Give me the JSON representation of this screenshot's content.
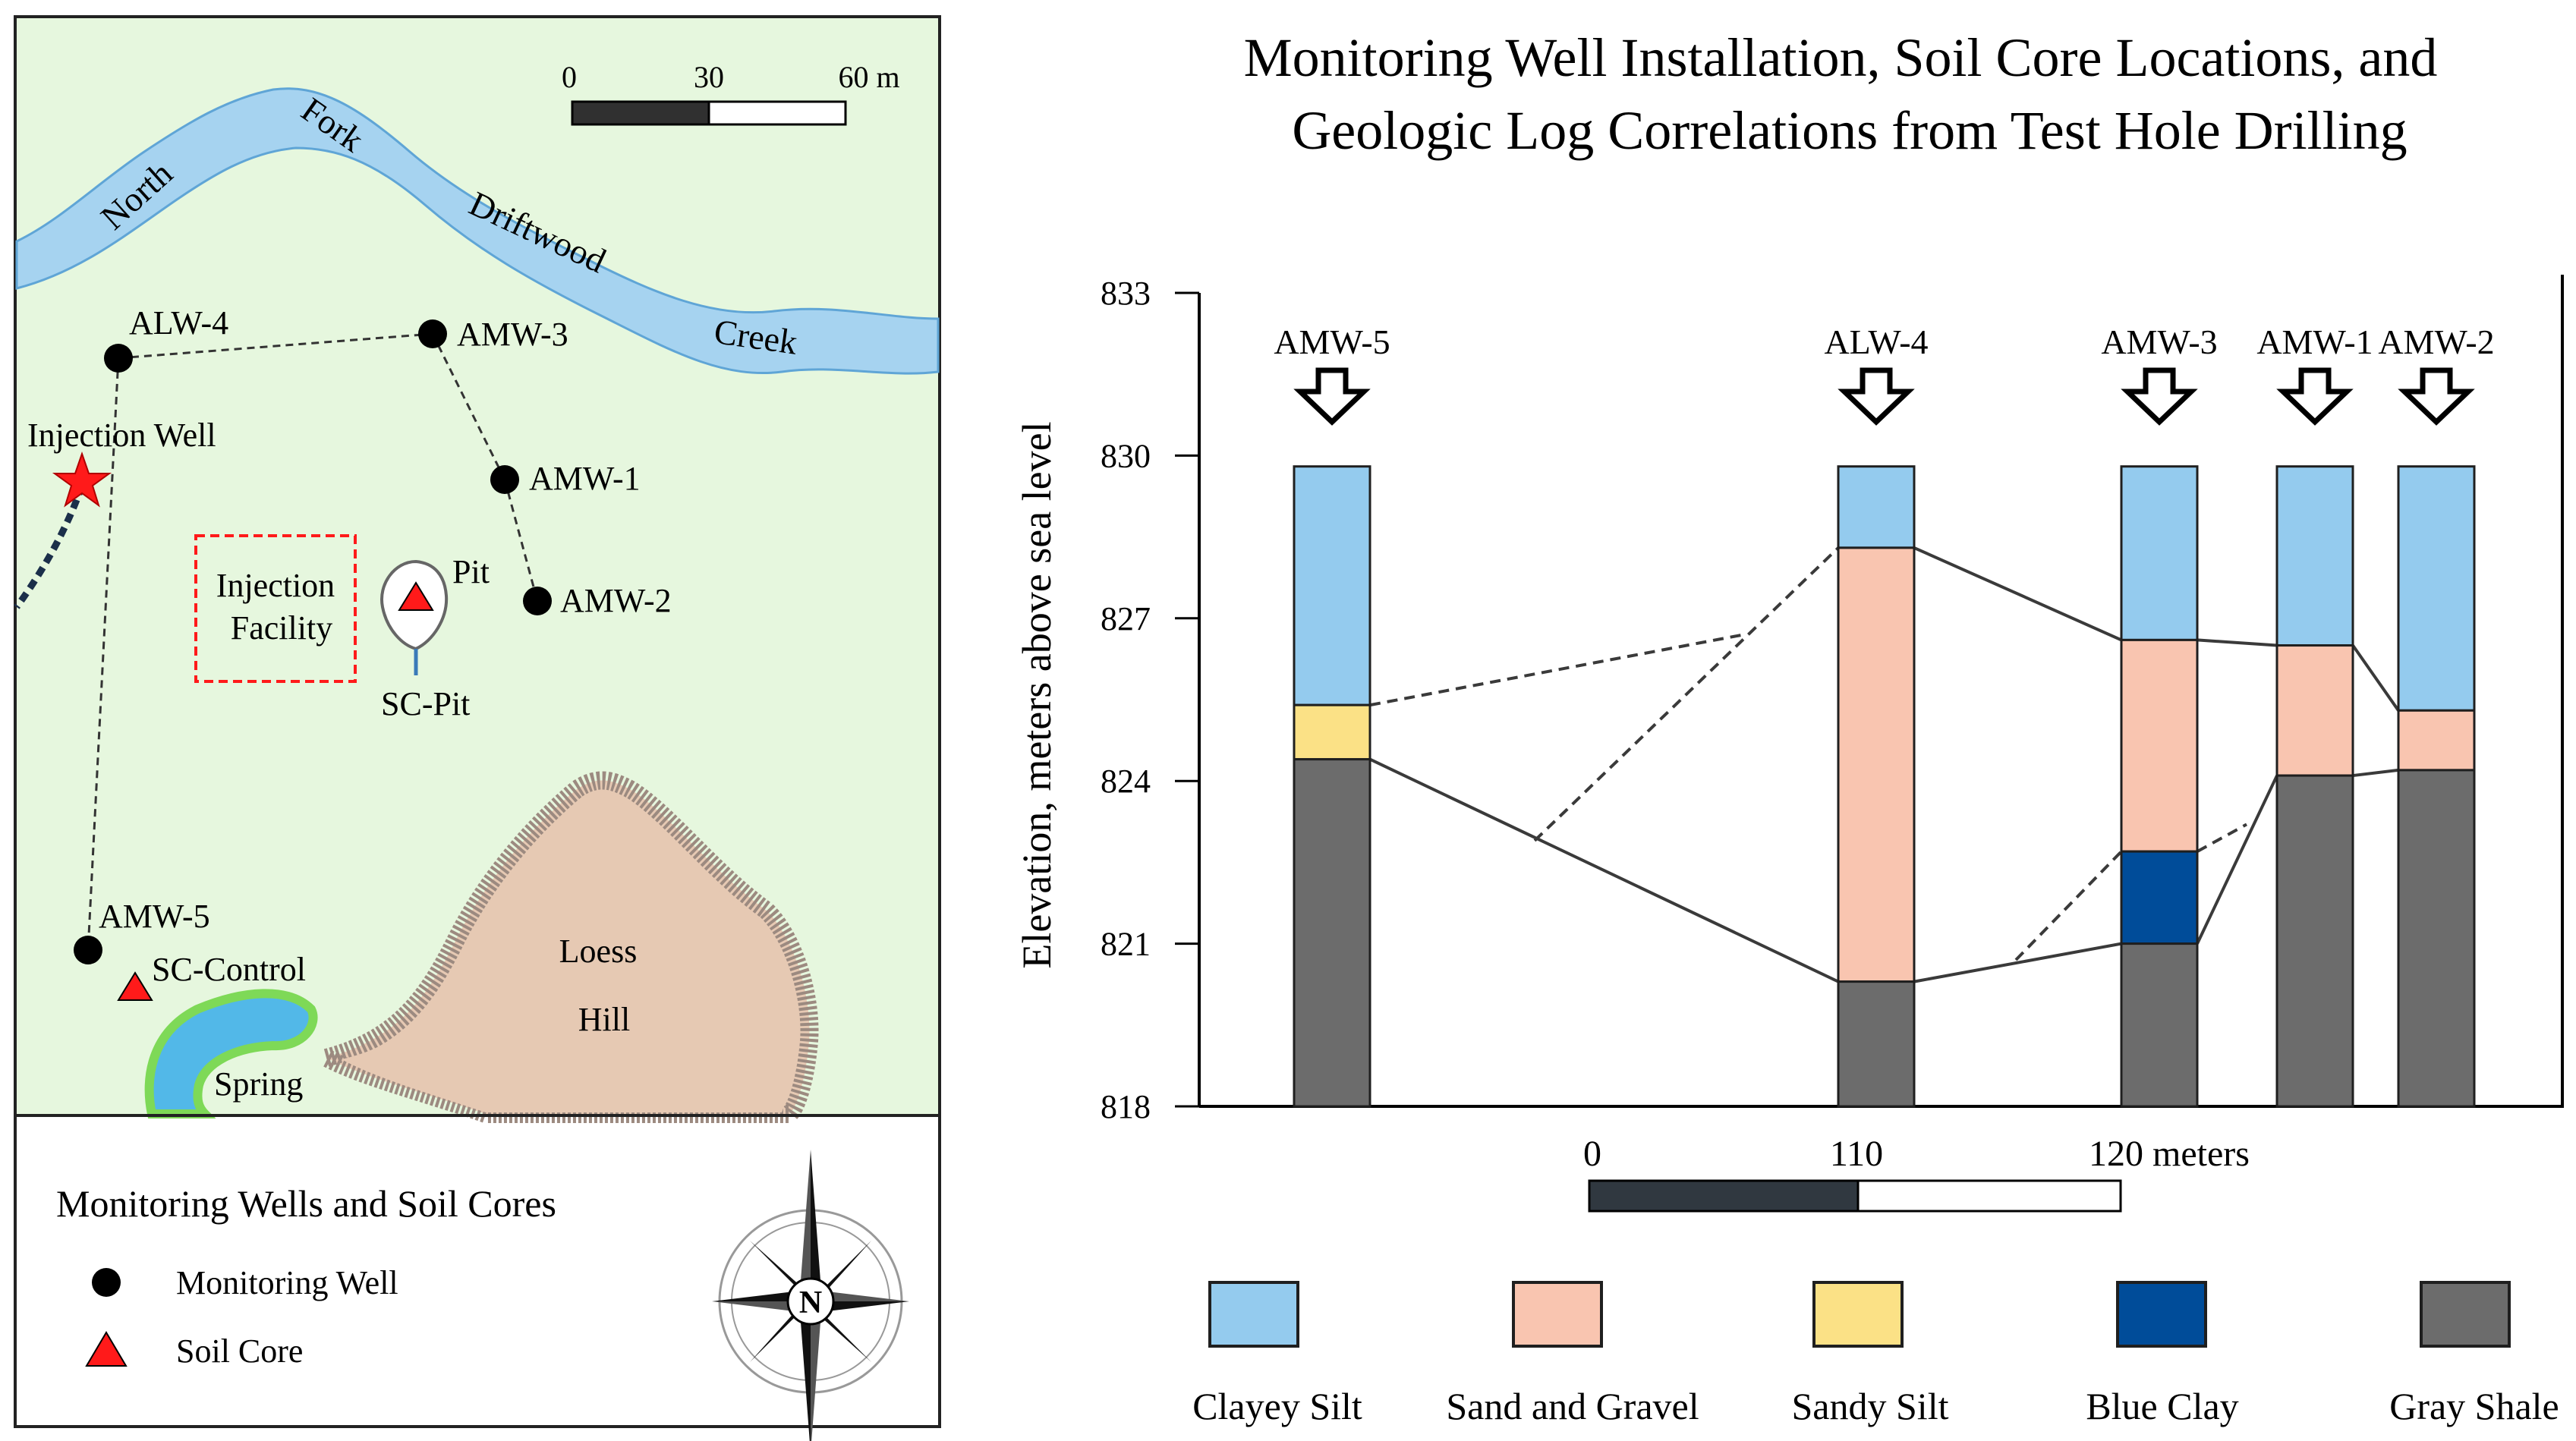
{
  "map": {
    "scale_bar": {
      "label_0": "0",
      "label_30": "30",
      "label_60": "60 m"
    },
    "creek_labels": [
      "North",
      "Fork",
      "Driftwood",
      "Creek"
    ],
    "wells": {
      "alw4": "ALW-4",
      "amw3": "AMW-3",
      "amw1": "AMW-1",
      "amw2": "AMW-2",
      "amw5": "AMW-5"
    },
    "injection_well": "Injection Well",
    "injection_facility": [
      "Injection",
      "Facility"
    ],
    "pit": "Pit",
    "sc_pit": "SC-Pit",
    "sc_control": "SC-Control",
    "loess_hill": [
      "Loess",
      "Hill"
    ],
    "spring": "Spring",
    "legend": {
      "title": "Monitoring Wells and Soil Cores",
      "monitoring_well": "Monitoring Well",
      "soil_core": "Soil Core"
    },
    "compass_letter": "N",
    "colors": {
      "land": "#e6f7de",
      "water": "#a6d3f0",
      "water_edge": "#5fa5d6",
      "spring_edge": "#7ed957",
      "hill": "#e6c9b3",
      "hill_edge": "#9c8a80",
      "marker_red": "#ff1a1a"
    }
  },
  "section": {
    "title_line1": "Monitoring Well Installation, Soil Core Locations, and",
    "title_line2": "Geologic Log Correlations from Test Hole Drilling",
    "ylabel": "Elevation, meters above sea level",
    "yticks": [
      "833",
      "830",
      "827",
      "824",
      "821",
      "818"
    ],
    "ytick_values": [
      833,
      830,
      827,
      824,
      821,
      818
    ],
    "ylim": [
      818,
      833
    ],
    "scale_bar": {
      "label_0": "0",
      "label_110": "110",
      "label_120": "120 meters"
    },
    "columns": [
      {
        "name": "AMW-5",
        "layers": [
          {
            "unit": "clayey_silt",
            "top": 829.8,
            "bottom": 825.4
          },
          {
            "unit": "sandy_silt",
            "top": 825.4,
            "bottom": 824.4
          },
          {
            "unit": "gray_shale",
            "top": 824.4,
            "bottom": 818.0
          }
        ]
      },
      {
        "name": "ALW-4",
        "layers": [
          {
            "unit": "clayey_silt",
            "top": 829.8,
            "bottom": 828.3
          },
          {
            "unit": "sand_gravel",
            "top": 828.3,
            "bottom": 820.3
          },
          {
            "unit": "gray_shale",
            "top": 820.3,
            "bottom": 818.0
          }
        ]
      },
      {
        "name": "AMW-3",
        "layers": [
          {
            "unit": "clayey_silt",
            "top": 829.8,
            "bottom": 826.6
          },
          {
            "unit": "sand_gravel",
            "top": 826.6,
            "bottom": 822.7
          },
          {
            "unit": "blue_clay",
            "top": 822.7,
            "bottom": 821.0
          },
          {
            "unit": "gray_shale",
            "top": 821.0,
            "bottom": 818.0
          }
        ]
      },
      {
        "name": "AMW-1",
        "layers": [
          {
            "unit": "clayey_silt",
            "top": 829.8,
            "bottom": 826.5
          },
          {
            "unit": "sand_gravel",
            "top": 826.5,
            "bottom": 824.1
          },
          {
            "unit": "gray_shale",
            "top": 824.1,
            "bottom": 818.0
          }
        ]
      },
      {
        "name": "AMW-2",
        "layers": [
          {
            "unit": "clayey_silt",
            "top": 829.8,
            "bottom": 825.3
          },
          {
            "unit": "sand_gravel",
            "top": 825.3,
            "bottom": 824.2
          },
          {
            "unit": "gray_shale",
            "top": 824.2,
            "bottom": 818.0
          }
        ]
      }
    ],
    "legend": [
      {
        "unit": "clayey_silt",
        "label": "Clayey Silt",
        "color": "#94cbee"
      },
      {
        "unit": "sand_gravel",
        "label": "Sand and Gravel",
        "color": "#f9c5b0"
      },
      {
        "unit": "sandy_silt",
        "label": "Sandy Silt",
        "color": "#fbe186"
      },
      {
        "unit": "blue_clay",
        "label": "Blue Clay",
        "color": "#004c99"
      },
      {
        "unit": "gray_shale",
        "label": "Gray Shale",
        "color": "#6c6c6c"
      }
    ]
  }
}
